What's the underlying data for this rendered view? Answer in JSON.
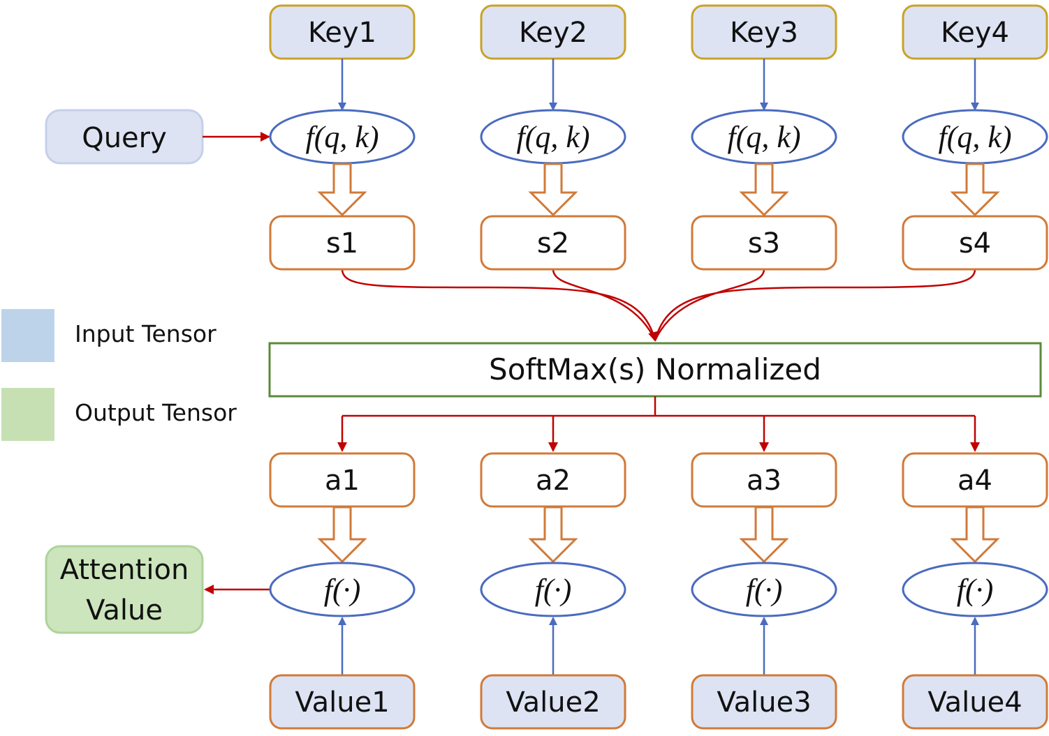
{
  "colors": {
    "blue_fill": "#dde3f3",
    "legend_blue": "#bdd3ea",
    "legend_green": "#c6e0b4",
    "green_fill": "#cce5bc",
    "gold_stroke": "#c9a227",
    "orange_stroke": "#d07a38",
    "blue_stroke": "#4a6bbf",
    "red_line": "#c00000",
    "green_stroke": "#5b8a3a",
    "query_stroke": "#c5d0ea",
    "attn_stroke": "#aed39a"
  },
  "query": {
    "label": "Query"
  },
  "attention": {
    "line1": "Attention",
    "line2": "Value"
  },
  "legend": {
    "input": {
      "label": "Input Tensor"
    },
    "output": {
      "label": "Output Tensor"
    }
  },
  "softmax": {
    "label": "SoftMax(s) Normalized"
  },
  "columns": [
    {
      "key": "Key1",
      "score_fn": "f(q, k)",
      "score": "s1",
      "weight": "a1",
      "value_fn": "f(·)",
      "value": "Value1"
    },
    {
      "key": "Key2",
      "score_fn": "f(q, k)",
      "score": "s2",
      "weight": "a2",
      "value_fn": "f(·)",
      "value": "Value2"
    },
    {
      "key": "Key3",
      "score_fn": "f(q, k)",
      "score": "s3",
      "weight": "a3",
      "value_fn": "f(·)",
      "value": "Value3"
    },
    {
      "key": "Key4",
      "score_fn": "f(q, k)",
      "score": "s4",
      "weight": "a4",
      "value_fn": "f(·)",
      "value": "Value4"
    }
  ]
}
